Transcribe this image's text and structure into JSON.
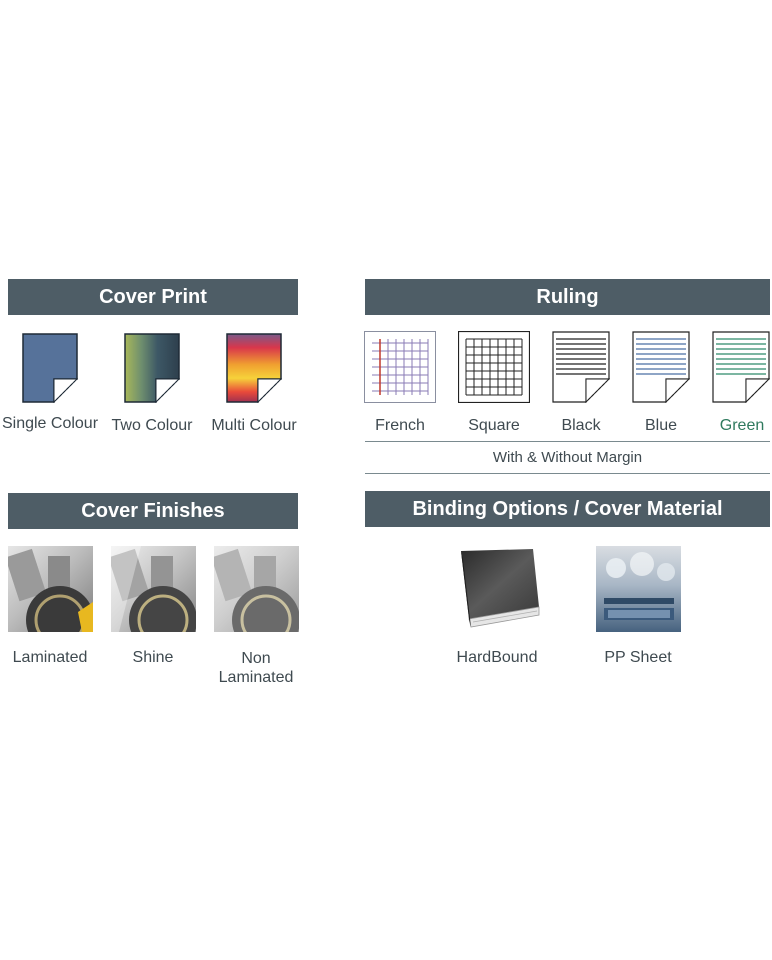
{
  "cover_print": {
    "title": "Cover Print",
    "items": [
      {
        "label": "Single Colour"
      },
      {
        "label": "Two Colour"
      },
      {
        "label": "Multi Colour"
      }
    ]
  },
  "ruling": {
    "title": "Ruling",
    "items": [
      {
        "label": "French"
      },
      {
        "label": "Square"
      },
      {
        "label": "Black"
      },
      {
        "label": "Blue"
      },
      {
        "label": "Green",
        "color": "#2f7a5e"
      }
    ],
    "caption": "With & Without Margin"
  },
  "cover_finishes": {
    "title": "Cover Finishes",
    "items": [
      {
        "label": "Laminated"
      },
      {
        "label": "Shine"
      },
      {
        "label": "Non\nLaminated"
      }
    ]
  },
  "binding": {
    "title": "Binding Options / Cover Material",
    "items": [
      {
        "label": "HardBound"
      },
      {
        "label": "PP Sheet"
      }
    ]
  },
  "colors": {
    "header_bg": "#4e5d66",
    "single_colour": "#56729a",
    "french_red": "#c0392b",
    "french_purple": "#8a7bb5",
    "blue_line": "#4a6fa5",
    "green_line": "#2f8a6a"
  },
  "icons": [
    "page-curl-icon",
    "ruled-page-icon",
    "book-icon",
    "photo-thumbnail"
  ]
}
